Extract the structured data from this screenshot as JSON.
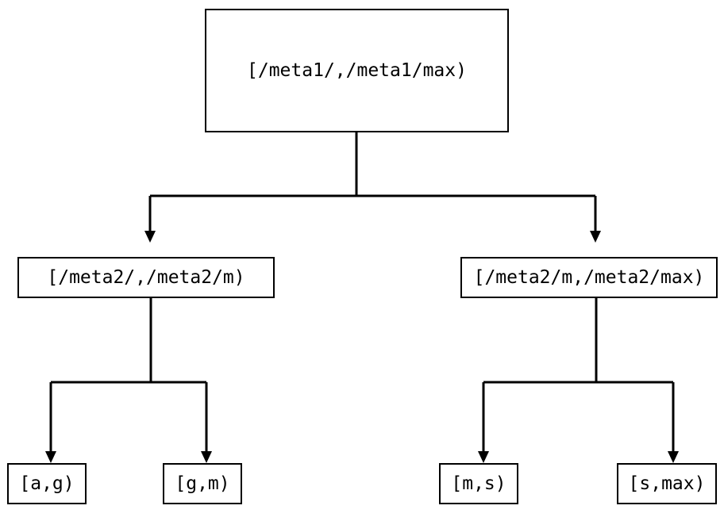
{
  "diagram": {
    "type": "tree",
    "title": "",
    "background_color": "#ffffff",
    "stroke_color": "#000000",
    "text_color": "#000000",
    "nodes": {
      "root": {
        "label": "[/meta1/,/meta1/max)",
        "level": 0
      },
      "left_mid": {
        "label": "[/meta2/,/meta2/m)",
        "level": 1
      },
      "right_mid": {
        "label": "[/meta2/m,/meta2/max)",
        "level": 1
      },
      "leaf_ag": {
        "label": "[a,g)",
        "level": 2
      },
      "leaf_gm": {
        "label": "[g,m)",
        "level": 2
      },
      "leaf_ms": {
        "label": "[m,s)",
        "level": 2
      },
      "leaf_smax": {
        "label": "[s,max)",
        "level": 2
      }
    },
    "edges": [
      {
        "from": "root",
        "to": "left_mid",
        "arrow": "down"
      },
      {
        "from": "root",
        "to": "right_mid",
        "arrow": "down"
      },
      {
        "from": "left_mid",
        "to": "leaf_ag",
        "arrow": "down"
      },
      {
        "from": "left_mid",
        "to": "leaf_gm",
        "arrow": "down"
      },
      {
        "from": "right_mid",
        "to": "leaf_ms",
        "arrow": "down"
      },
      {
        "from": "right_mid",
        "to": "leaf_smax",
        "arrow": "down"
      }
    ]
  }
}
